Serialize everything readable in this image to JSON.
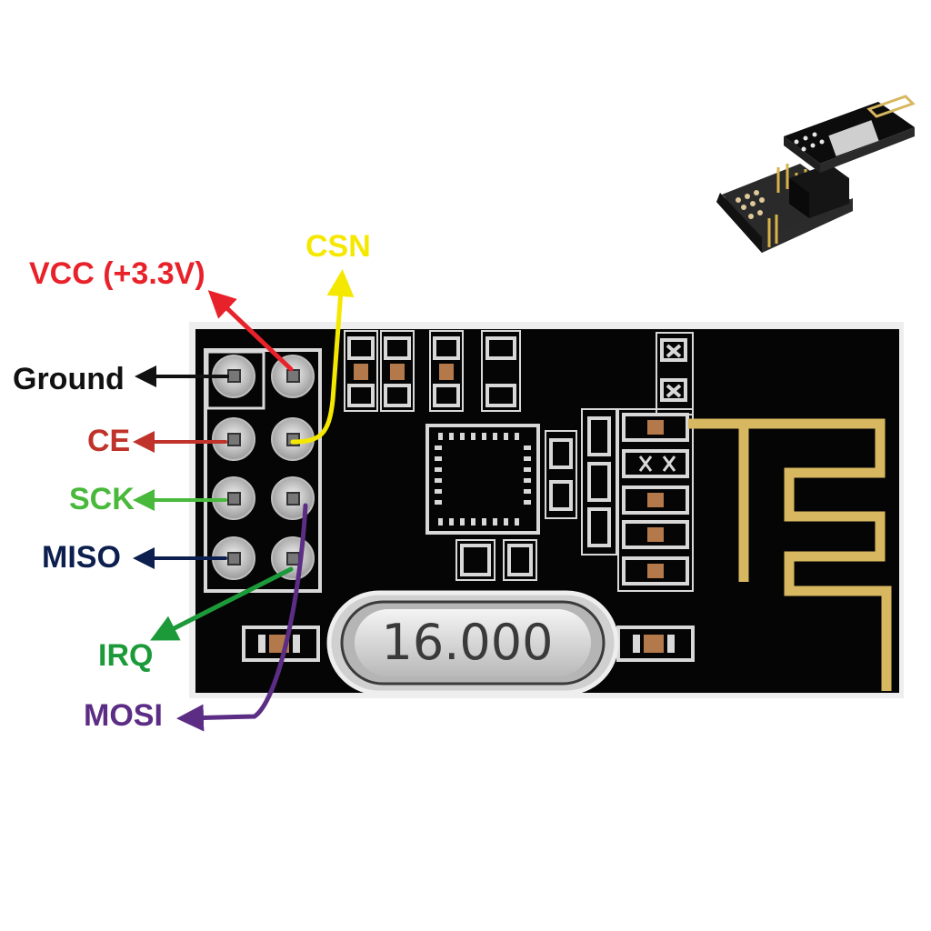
{
  "pins": {
    "vcc": {
      "label": "VCC (+3.3V)",
      "color": "#e8222a"
    },
    "csn": {
      "label": "CSN",
      "color": "#f5e800"
    },
    "ground": {
      "label": "Ground",
      "color": "#111111"
    },
    "ce": {
      "label": "CE",
      "color": "#c0332b"
    },
    "sck": {
      "label": "SCK",
      "color": "#48b93a"
    },
    "miso": {
      "label": "MISO",
      "color": "#0c1f4e"
    },
    "irq": {
      "label": "IRQ",
      "color": "#1c9a3a"
    },
    "mosi": {
      "label": "MOSI",
      "color": "#5c2d84"
    }
  },
  "crystal": {
    "label": "16.000"
  },
  "board": {
    "pcb_color": "#050505",
    "trace_color": "#d7b760",
    "silk_color": "#d8d8d8"
  }
}
